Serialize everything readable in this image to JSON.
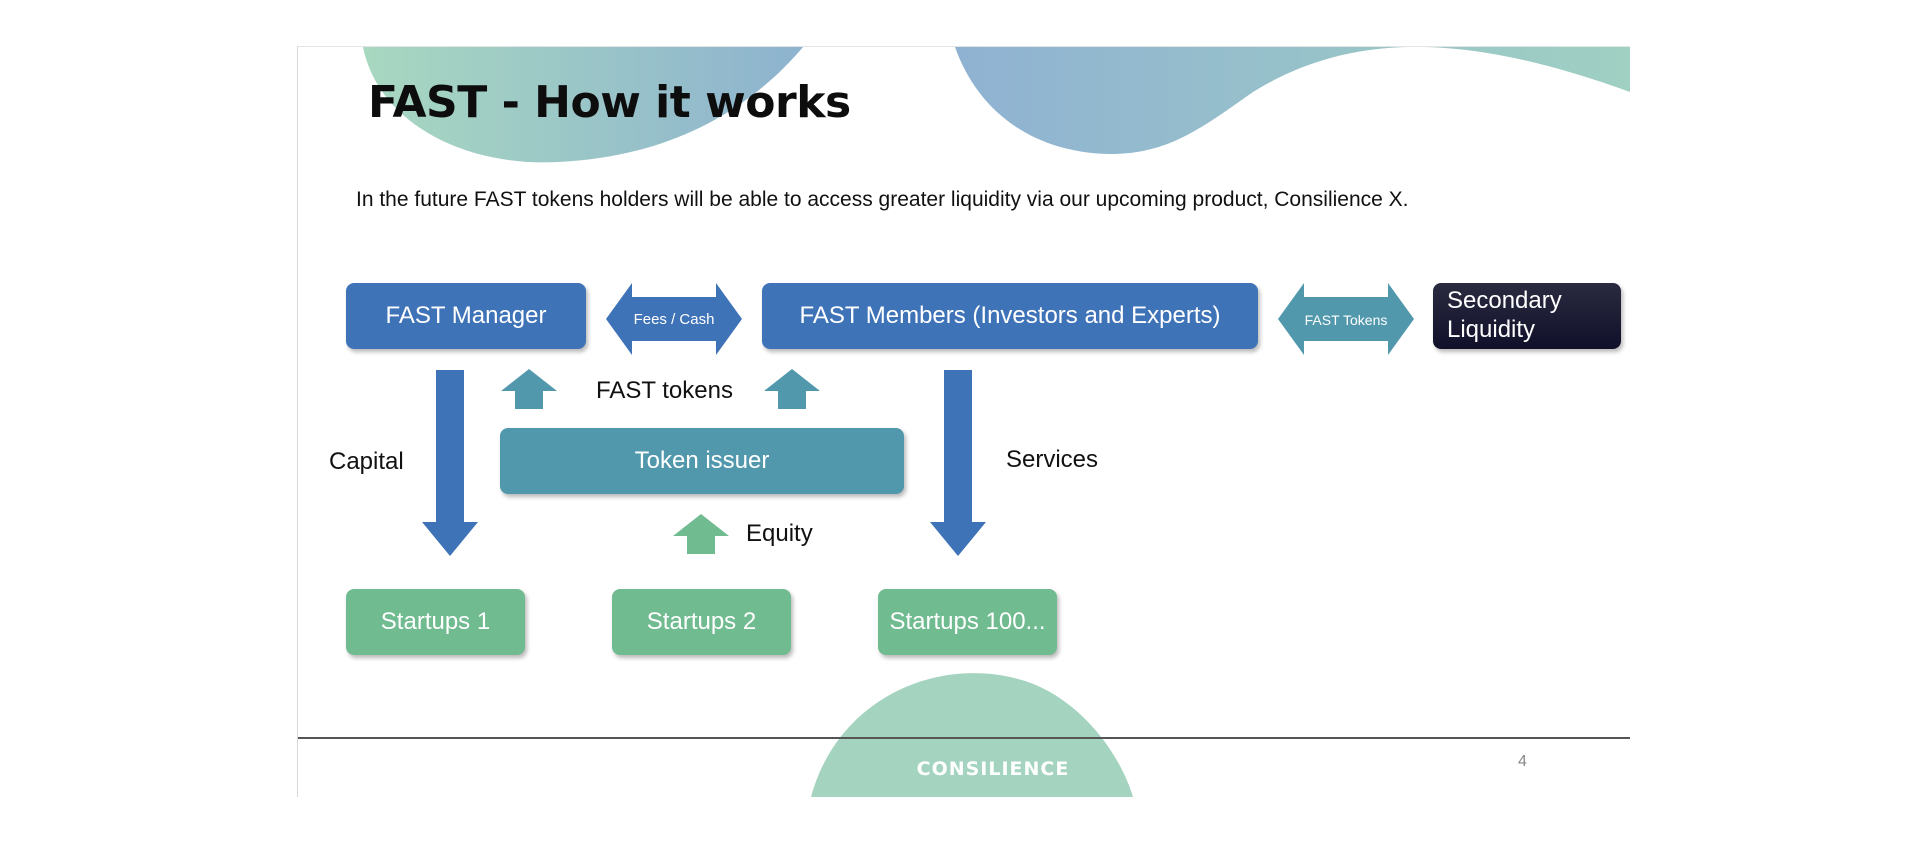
{
  "title": "FAST - How it works",
  "subtitle": "In the future FAST tokens holders will be able to access greater liquidity via our upcoming product, Consilience X.",
  "nodes": {
    "fast_manager": "FAST Manager",
    "fast_members": "FAST Members (Investors and Experts)",
    "secondary_liquidity": "Secondary Liquidity",
    "token_issuer": "Token issuer",
    "startups_1": "Startups 1",
    "startups_2": "Startups 2",
    "startups_100": "Startups 100..."
  },
  "connectors": {
    "fees_cash": "Fees / Cash",
    "fast_tokens_small": "FAST Tokens"
  },
  "labels": {
    "capital": "Capital",
    "fast_tokens": "FAST tokens",
    "equity": "Equity",
    "services": "Services"
  },
  "footer": {
    "logo": "CONSILIENCE",
    "page_number": "4"
  },
  "colors": {
    "blue": "#3f73b8",
    "teal": "#5198ad",
    "green": "#70bb90",
    "dark": "#141430"
  }
}
